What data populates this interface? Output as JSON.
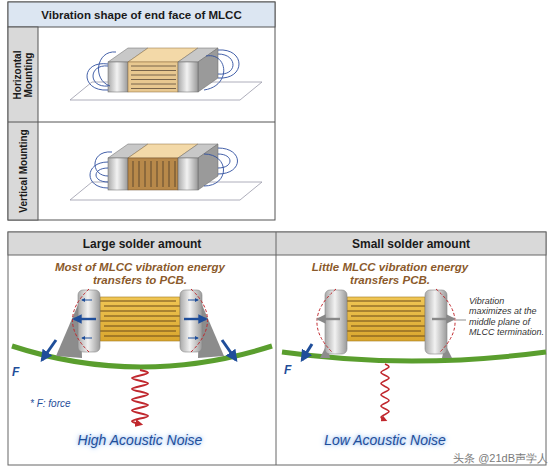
{
  "diagram": {
    "nodes": [
      {
        "text": [
          "Vibration shape of end face of MLCC"
        ]
      },
      {
        "text": [
          "Horizontal Mounting"
        ]
      },
      {
        "text": [
          "Vertical Mounting"
        ]
      },
      {
        "text": [
          "Large solder amount"
        ]
      },
      {
        "text": [
          "Small solder amount"
        ]
      }
    ],
    "labels": [
      "Most of MLCC vibration energy transfers to PCB.",
      "F",
      "* F: force",
      "High Acoustic Noise",
      "Little MLCC vibration energy transfers PCB.",
      "F",
      "Vibration maximizes at the middle plane of MLCC termination.",
      "Low Acoustic Noise",
      "头条 @21dB声学人"
    ]
  }
}
